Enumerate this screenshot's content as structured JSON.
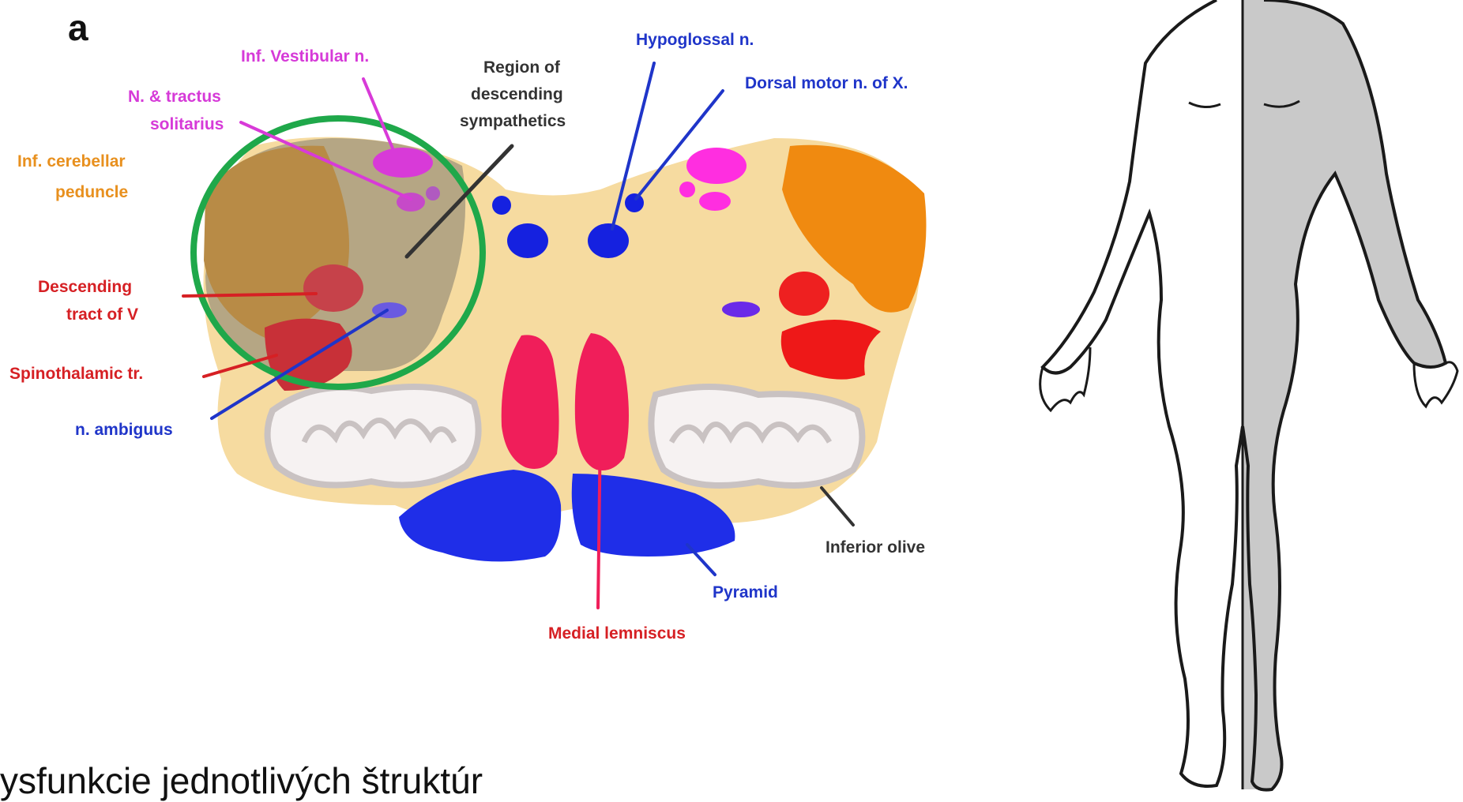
{
  "panel_letter": "a",
  "caption": "ysfunkcie jednotlivých štruktúr",
  "colors": {
    "background": "#ffffff",
    "medulla": "#f6dba0",
    "highlight_circle": "#1fa84a",
    "blue_label": "#1f35c9",
    "magenta_label": "#d63ad8",
    "red_label": "#d62024",
    "orange_label": "#e8901e",
    "body_shading": "#c9c9c9"
  },
  "labels": {
    "inf_vestibular": "Inf. Vestibular n.",
    "n_tractus_1": "N. & tractus",
    "n_tractus_2": "solitarius",
    "inf_cerebellar_1": "Inf. cerebellar",
    "inf_cerebellar_2": "peduncle",
    "region_1": "Region of",
    "region_2": "descending",
    "region_3": "sympathetics",
    "hypoglossal": "Hypoglossal n.",
    "dorsal_motor": "Dorsal motor n. of X.",
    "descending_1": "Descending",
    "descending_2": "tract of V",
    "spinothalamic": "Spinothalamic tr.",
    "ambiguus": "n. ambiguus",
    "inferior_olive": "Inferior olive",
    "pyramid": "Pyramid",
    "medial_lemniscus": "Medial lemniscus"
  }
}
